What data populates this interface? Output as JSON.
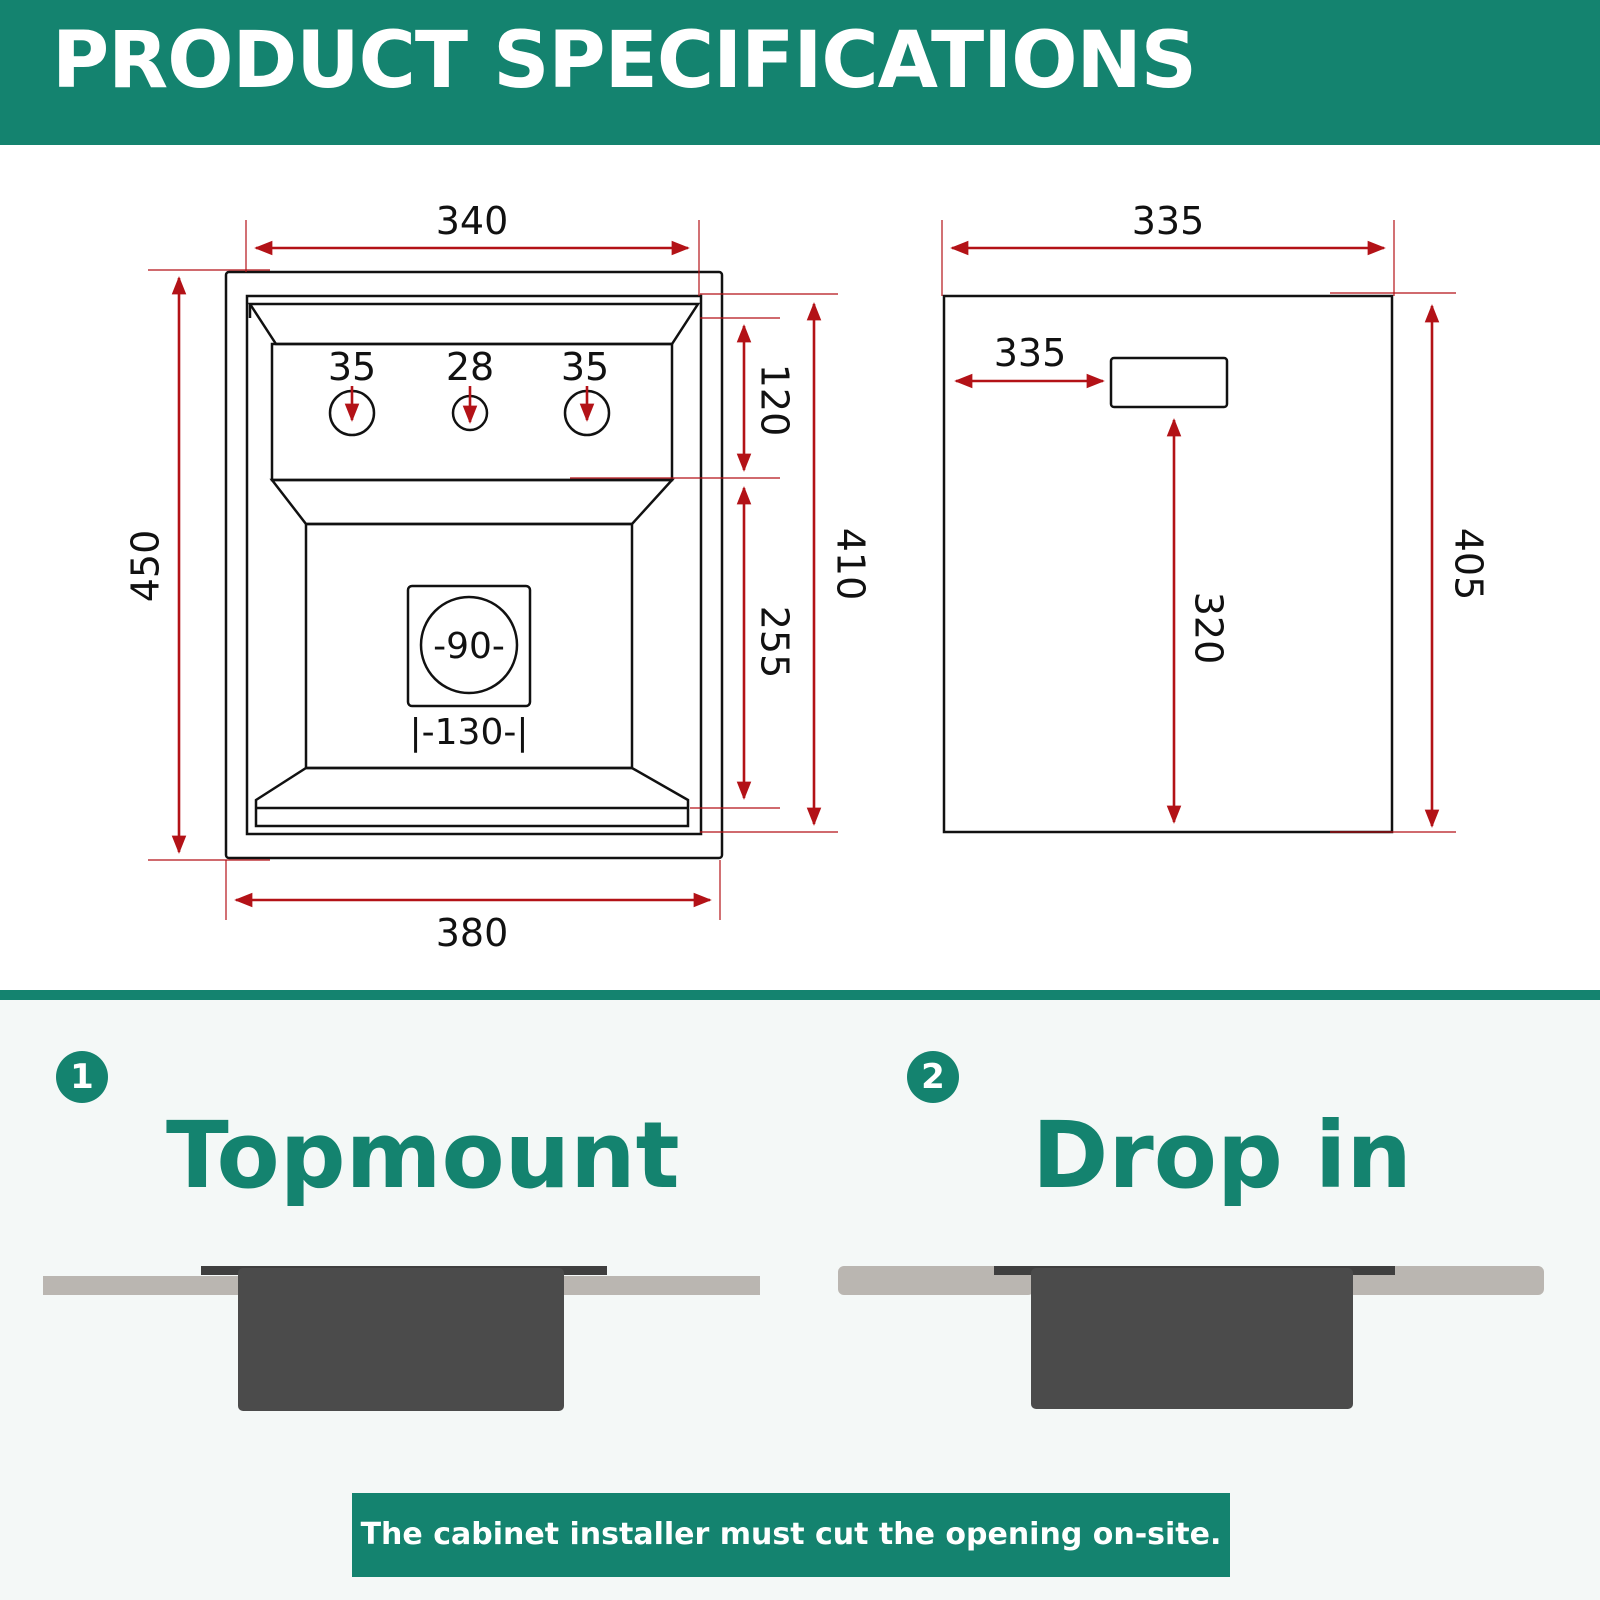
{
  "header": {
    "title": "PRODUCT SPECIFICATIONS"
  },
  "top_view": {
    "dims": {
      "inner_width": "340",
      "outer_width": "380",
      "outer_height": "450",
      "inner_length": "410",
      "ledge_depth": "120",
      "bowl_depth": "255",
      "tap_hole_left": "35",
      "tap_hole_center": "28",
      "tap_hole_right": "35",
      "drain_diameter": "-90-",
      "drain_square": "|-130-|"
    }
  },
  "cutout_view": {
    "dims": {
      "width": "335",
      "offset": "335",
      "height": "405",
      "vertical": "320"
    }
  },
  "installation": {
    "options": [
      {
        "number": "1",
        "label": "Topmount"
      },
      {
        "number": "2",
        "label": "Drop in"
      }
    ],
    "note": "The cabinet installer must cut the opening on-site."
  },
  "colors": {
    "brand_teal": "#14836f",
    "dimension_red": "#b31217",
    "sink_dark": "#4b4b4b",
    "counter_gray": "#bab6b1"
  }
}
